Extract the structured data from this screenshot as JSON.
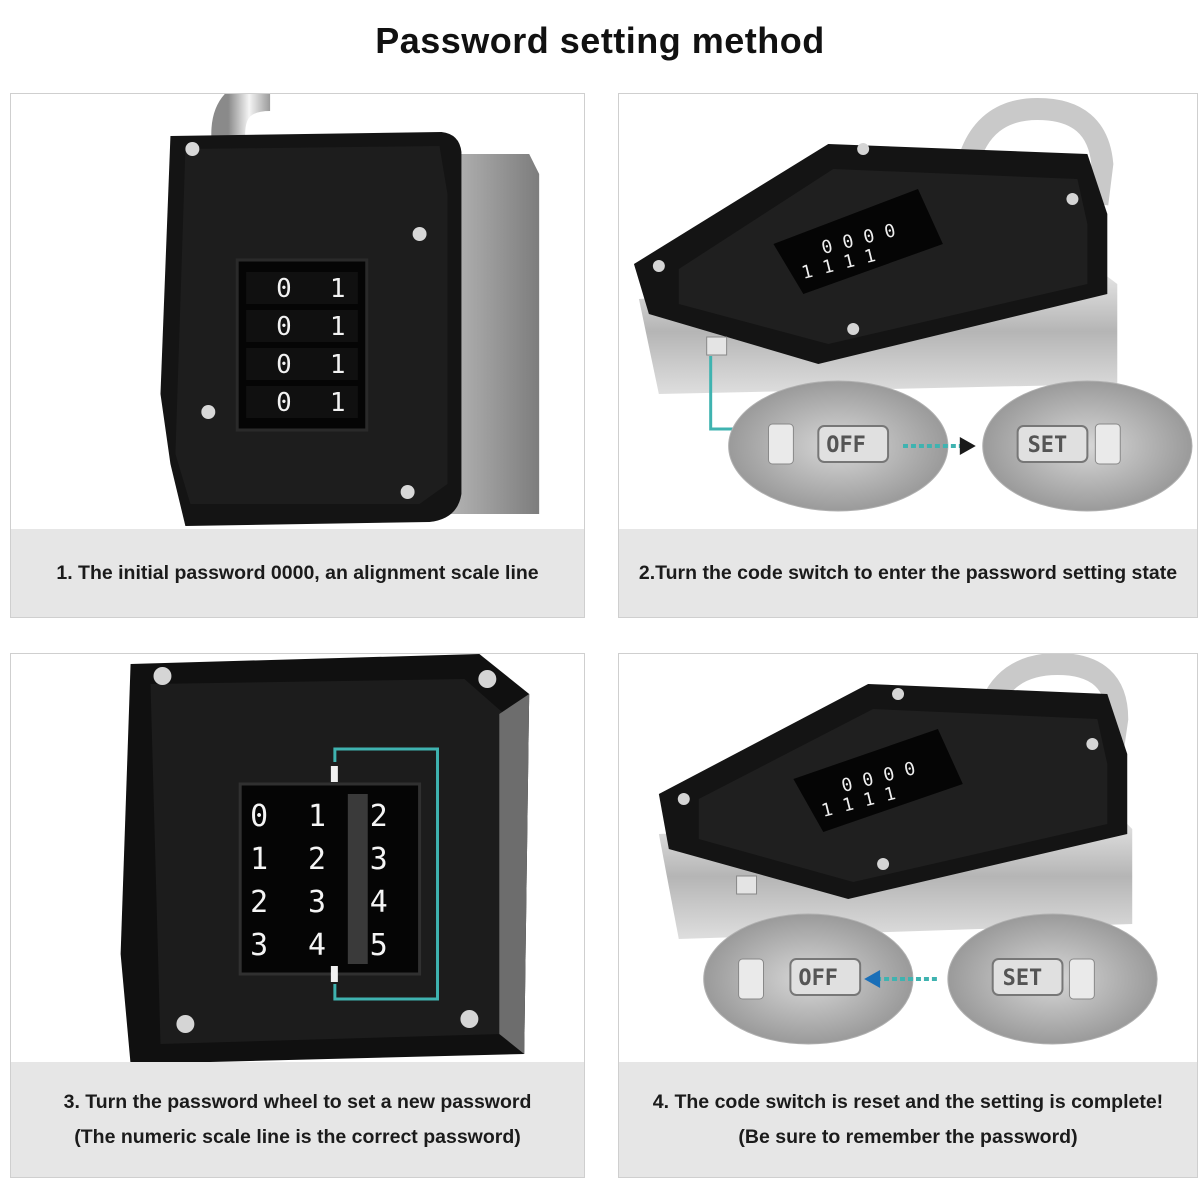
{
  "title": "Password setting method",
  "steps": [
    {
      "caption": [
        "1. The initial password 0000, an alignment scale line"
      ],
      "wheel_digits": [
        [
          "0",
          "1"
        ],
        [
          "0",
          "1"
        ],
        [
          "0",
          "1"
        ],
        [
          "0",
          "1"
        ]
      ]
    },
    {
      "caption": [
        "2.Turn the code switch to enter the password setting state"
      ],
      "switch_from": "OFF",
      "switch_to": "SET"
    },
    {
      "caption": [
        "3. Turn the password wheel to set a new password",
        "(The numeric scale line is the correct password)"
      ],
      "wheel_digits": [
        [
          "0",
          "1",
          "2"
        ],
        [
          "1",
          "2",
          "3"
        ],
        [
          "2",
          "3",
          "4"
        ],
        [
          "3",
          "4",
          "5"
        ]
      ]
    },
    {
      "caption": [
        "4. The code switch is reset and the setting is complete!",
        "(Be sure to remember the password)"
      ],
      "switch_from": "SET",
      "switch_to": "OFF"
    }
  ],
  "colors": {
    "accent": "#3fb3b0",
    "lock_body": "#151515",
    "caption_bg": "#e6e6e6"
  }
}
